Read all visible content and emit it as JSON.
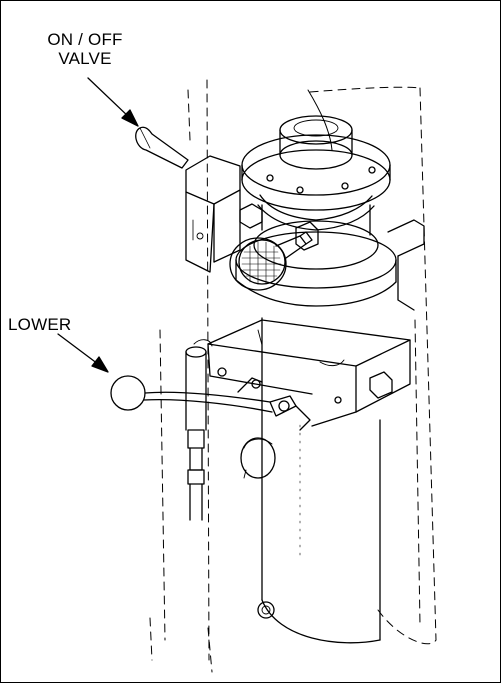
{
  "figure": {
    "callouts": {
      "on_off_valve": {
        "line1": "ON / OFF",
        "line2": "VALVE"
      },
      "lower": "LOWER"
    }
  }
}
